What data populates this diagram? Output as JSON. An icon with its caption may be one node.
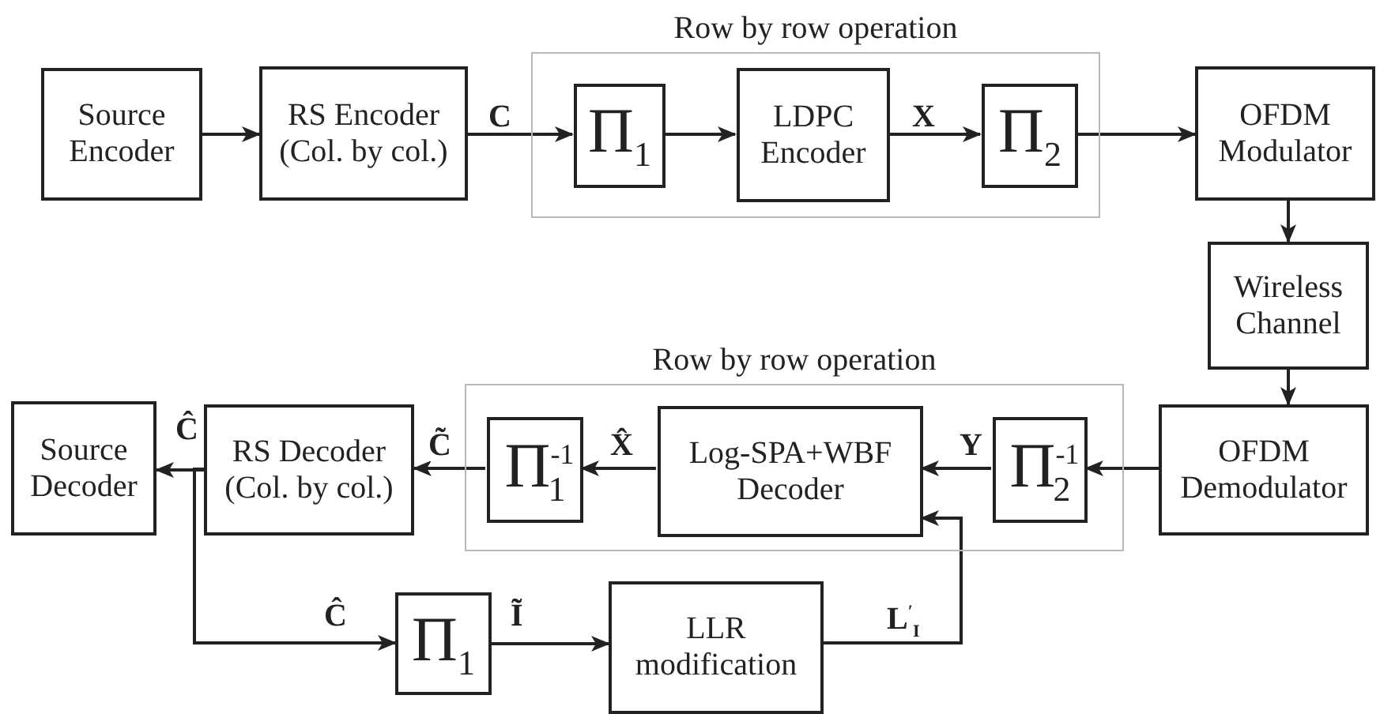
{
  "diagram": {
    "nodes": [
      {
        "text": [
          "Row by row operation"
        ]
      },
      {
        "text": [
          "Source Encoder"
        ]
      },
      {
        "text": [
          "RS Encoder",
          "(Col. by col.)"
        ]
      },
      {
        "text": [
          "Π$_{1}$"
        ],
        "in": 0
      },
      {
        "text": [
          "LDPC Encoder"
        ],
        "in": 0
      },
      {
        "text": [
          "Π$_{2}$"
        ],
        "in": 0
      },
      {
        "text": [
          "OFDM Modulator"
        ]
      },
      {
        "text": [
          "Wireless Channel"
        ]
      },
      {
        "text": [
          "Row by row operation"
        ]
      },
      {
        "text": [
          "Source Decoder"
        ]
      },
      {
        "text": [
          "RS Decoder",
          "(Col. by col.)"
        ]
      },
      {
        "text": [
          "Π$^{-1}$$_{1}$"
        ],
        "in": 8
      },
      {
        "text": [
          "Log-SPA+WBF Decoder"
        ],
        "in": 8
      },
      {
        "text": [
          "Π$^{-1}$$_{2}$"
        ],
        "in": 8
      },
      {
        "text": [
          "OFDM Demodulator"
        ]
      },
      {
        "text": [
          "Π$_{1}$"
        ]
      },
      {
        "text": [
          "LLR modification"
        ]
      }
    ],
    "edges": [
      {
        "from": 1,
        "to": 2,
        "arrow": "to"
      },
      {
        "from": 2,
        "to": 3,
        "arrow": "to",
        "label": "C"
      },
      {
        "from": 3,
        "to": 4,
        "arrow": "to"
      },
      {
        "from": 4,
        "to": 5,
        "arrow": "to",
        "label": "X"
      },
      {
        "from": 5,
        "to": 6,
        "arrow": "to"
      },
      {
        "from": 6,
        "to": 7,
        "arrow": "to"
      },
      {
        "from": 7,
        "to": 14,
        "arrow": "to"
      },
      {
        "from": 14,
        "to": 13,
        "arrow": "to"
      },
      {
        "from": 13,
        "to": 12,
        "arrow": "to",
        "label": "Y"
      },
      {
        "from": 12,
        "to": 11,
        "arrow": "to",
        "label": "X̂"
      },
      {
        "from": 11,
        "to": 10,
        "arrow": "to",
        "label": "C̃"
      },
      {
        "from": 10,
        "to": 9,
        "arrow": "to",
        "label": "Ĉ"
      },
      {
        "from": 10,
        "to": 15,
        "arrow": "to",
        "label": "Ĉ"
      },
      {
        "from": 15,
        "to": 16,
        "arrow": "to",
        "label": "Ĩ"
      },
      {
        "from": 16,
        "to": 12,
        "arrow": "to",
        "label": "L$^{′}$$_{I}$"
      }
    ]
  }
}
